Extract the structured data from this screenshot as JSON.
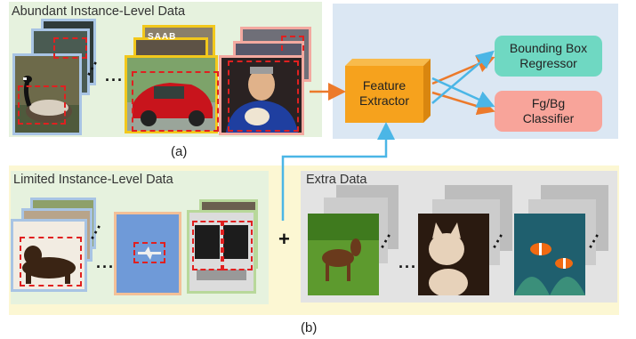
{
  "panel_a": {
    "title": "Abundant Instance-Level Data",
    "caption": "(a)",
    "ellipsis": "···"
  },
  "panel_b": {
    "caption": "(b)",
    "limited": {
      "title": "Limited Instance-Level Data",
      "ellipsis": "···"
    },
    "plus": "+",
    "extra": {
      "title": "Extra Data",
      "ellipsis": "···"
    }
  },
  "detector": {
    "feature_extractor_line1": "Feature",
    "feature_extractor_line2": "Extractor",
    "bbox_line1": "Bounding Box",
    "bbox_line2": "Regressor",
    "cls_line1": "Fg/Bg",
    "cls_line2": "Classifier"
  },
  "colors": {
    "panel_a_bg": "#e6f2de",
    "detector_bg": "#dbe7f3",
    "panel_b_bg": "#fcf7d3",
    "limited_bg": "#e6f2de",
    "extra_bg": "#e3e3e3",
    "feature_extractor": "#f6a21d",
    "bbox_node": "#6fd8c2",
    "cls_node": "#f8a49a",
    "orange_arrow": "#ec7a2b",
    "blue_arrow": "#4bb6e6"
  }
}
